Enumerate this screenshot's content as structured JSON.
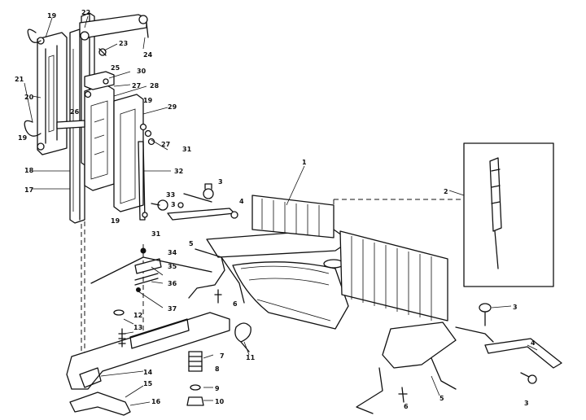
{
  "callouts": {
    "c1": "1",
    "c2": "2",
    "c3a": "3",
    "c3b": "3",
    "c3c": "3",
    "c3d": "3",
    "c4a": "4",
    "c4b": "4",
    "c5a": "5",
    "c5b": "5",
    "c6a": "6",
    "c6b": "6",
    "c7": "7",
    "c8": "8",
    "c9": "9",
    "c10": "10",
    "c11": "11",
    "c12": "12",
    "c13": "13",
    "c14": "14",
    "c15": "15",
    "c16": "16",
    "c17": "17",
    "c18": "18",
    "c19a": "19",
    "c19b": "19",
    "c19c": "19",
    "c19d": "19",
    "c20": "20",
    "c21": "21",
    "c22": "22",
    "c23": "23",
    "c24": "24",
    "c25": "25",
    "c26": "26",
    "c27a": "27",
    "c27b": "27",
    "c28": "28",
    "c29": "29",
    "c30": "30",
    "c31a": "31",
    "c31b": "31",
    "c32": "32",
    "c33": "33",
    "c34": "34",
    "c35": "35",
    "c36": "36",
    "c37": "37"
  }
}
